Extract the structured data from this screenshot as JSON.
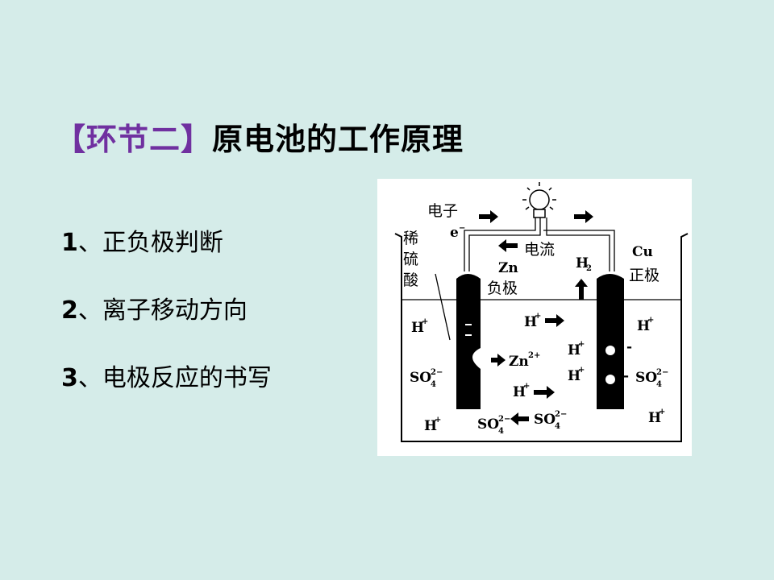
{
  "slide": {
    "title_accent": "【环节二】",
    "title_main": "原电池的工作原理",
    "items": [
      {
        "num": "1",
        "text": "、正负极判断"
      },
      {
        "num": "2",
        "text": "、离子移动方向"
      },
      {
        "num": "3",
        "text": "、电极反应的书写"
      }
    ]
  },
  "diagram": {
    "electron_label": "电子",
    "electron_symbol": "e",
    "electron_sup": "−",
    "current_label": "电流",
    "acid_label": [
      "稀",
      "硫",
      "酸"
    ],
    "zn_label": "Zn",
    "negative_label": "负极",
    "h2_label": "H",
    "h2_sub": "2",
    "cu_label": "Cu",
    "positive_label": "正极",
    "h_plus": "H",
    "plus": "+",
    "so4": "SO",
    "so4_sub": "4",
    "so4_sup": "2−",
    "zn_ion": "Zn",
    "zn_ion_sup": "2+",
    "minus": "-"
  }
}
